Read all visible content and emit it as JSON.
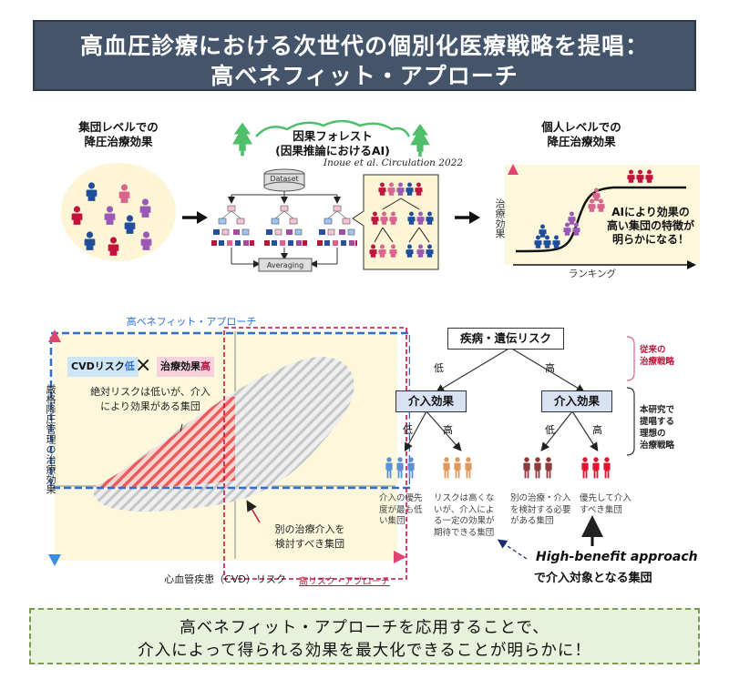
{
  "title": {
    "line1": "高血圧診療における次世代の個別化医療戦略を提唱：",
    "line2": "高ベネフィット・アプローチ"
  },
  "top_panel": {
    "population_label_1": "集団レベルでの",
    "population_label_2": "降圧治療効果",
    "forest_label_1": "因果フォレスト",
    "forest_label_2": "(因果推論におけるAI)",
    "citation": "Inoue et al. Circulation 2022",
    "dataset_label": "Dataset",
    "averaging_label": "Averaging",
    "individual_label_1": "個人レベルでの",
    "individual_label_2": "降圧治療効果",
    "y_axis": "治療効果",
    "x_axis": "ランキング",
    "ai_note_1": "AIにより効果の",
    "ai_note_2": "高い集団の特徴が",
    "ai_note_3": "明らかになる！"
  },
  "quadrant": {
    "high_benefit_label": "高ベネフィット・アプローチ",
    "high_risk_label": "高リスク・アプローチ",
    "y_axis": "厳格降圧管理の治療効果",
    "x_axis": "心血管疾患（CVD）リスク",
    "cvd_risk_tag": "CVDリスク",
    "cvd_risk_low": "低",
    "times": "×",
    "effect_tag": "治療効果",
    "effect_high": "高",
    "note_1": "絶対リスクは低いが、介入",
    "note_2": "により効果がある集団",
    "other_1": "別の治療介入を",
    "other_2": "検討すべき集団"
  },
  "tree": {
    "root": "疾病・遺伝リスク",
    "low": "低",
    "high": "高",
    "left_node": "介入効果",
    "right_node": "介入効果",
    "conventional_1": "従来の",
    "conventional_2": "治療戦略",
    "proposed_1": "本研究で",
    "proposed_2": "提唱する",
    "proposed_3": "理想の",
    "proposed_4": "治療戦略",
    "groups": [
      {
        "l1": "介入の優先",
        "l2": "度が最も低",
        "l3": "い集団",
        "l4": ""
      },
      {
        "l1": "リスクは高くな",
        "l2": "いが、介入によ",
        "l3": "る一定の効果が",
        "l4": "期待できる集団"
      },
      {
        "l1": "別の治療・介入",
        "l2": "を検討する必要",
        "l3": "がある集団",
        "l4": ""
      },
      {
        "l1": "優先して介入",
        "l2": "すべき集団",
        "l3": "",
        "l4": ""
      }
    ],
    "hb_approach": "High-benefit approach",
    "hb_target": "で介入対象となる集団"
  },
  "conclusion": {
    "line1": "高ベネフィット・アプローチを応用することで、",
    "line2": "介入によって得られる効果を最大化できることが明らかに！"
  },
  "colors": {
    "title_bg": "#44546a",
    "blue_person": "#1f4e9c",
    "pink_person": "#d9648f",
    "purple_person": "#9b59b6",
    "red_person": "#c0143c",
    "high_benefit": "#2f6fd0",
    "high_risk": "#c0143c",
    "quadrant_bg": "#fdf8dc",
    "conclusion_bg": "#e8f1dc"
  }
}
